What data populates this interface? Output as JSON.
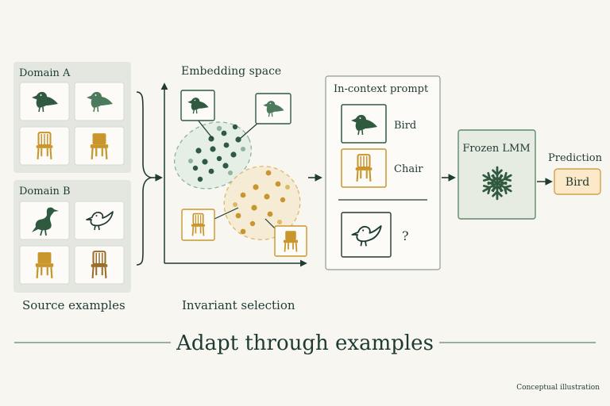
{
  "source": {
    "domain_a_label": "Domain A",
    "domain_b_label": "Domain B",
    "caption": "Source examples"
  },
  "embedding": {
    "title": "Embedding space",
    "caption": "Invariant selection"
  },
  "prompt": {
    "title": "In-context prompt",
    "example_1_label": "Bird",
    "example_2_label": "Chair",
    "query_mark": "?"
  },
  "model": {
    "label": "Frozen LMM"
  },
  "prediction": {
    "title": "Prediction",
    "value": "Bird"
  },
  "footer": {
    "headline": "Adapt through examples",
    "note": "Conceptual illustration"
  },
  "colors": {
    "background": "#f7f6f1",
    "panel": "#e4e7df",
    "green_dark": "#2f5a40",
    "green_mid": "#4c7a5c",
    "green_light": "#8db59a",
    "gold": "#c9962d",
    "gold_light": "#ddb867",
    "ink": "#1f3a33",
    "prediction_fill": "#fbe9c9",
    "prediction_border": "#d3a14b"
  },
  "icons": [
    "bird-icon",
    "chair-icon",
    "heron-icon",
    "sketch-bird-icon",
    "snowflake-icon",
    "arrow-icon"
  ]
}
